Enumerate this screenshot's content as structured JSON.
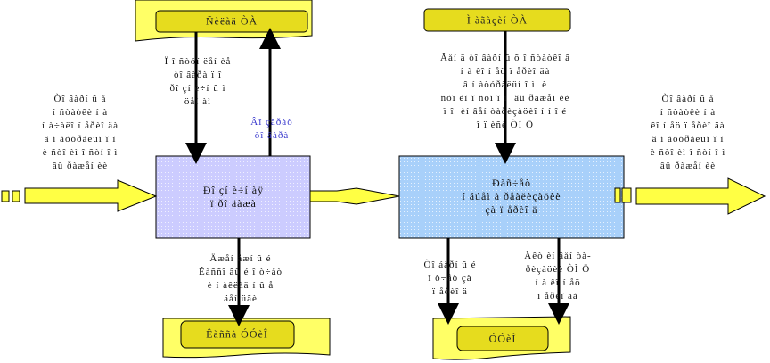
{
  "colors": {
    "doc_fill": "#ffff66",
    "doc_inner": "#e6dc1e",
    "process_left": "#ccccff",
    "process_right": "#a8d0fa",
    "arrow_fill": "#ffff44"
  },
  "documents": {
    "warehouse": "Ñèëàä ÒÀ",
    "store": "Ì àãàçèí ÒÀ",
    "cashier": "Êàññà ÓÓèÎ",
    "accounting": "ÓÓèÎ"
  },
  "processes": {
    "left": "Ðî çí è÷í àÿ\nï ðî äàæà",
    "right": "Ðàñ÷åò\ní áúåì à ðåàëèçàöèè\nçà ï åðèî ä"
  },
  "labels": {
    "input_left": "Òî âàðí û å\ní ñòàòêè í à\ní à÷àëî ï åðèî äà\nâ í àòóðàëüí î ì\nè ñòî èì î ñòí î ì\nâû ðàæåí èè",
    "from_warehouse": "Ï î ñòóï ëåí èå\nòî âàðà ï î\nðî çí è÷í û ì\nöåí àì",
    "to_warehouse": "Âî çâðàò\nòî âàðà",
    "from_store": "Âåí ä òî âàðí û õ î ñòàòêî â\ní à êî í åö ï åðèî äà\nâ í àòóðàëüí î ì  è\nñòî èì î ñòí î ì  âû ðàæåí èè\nï î  èí âåí òàðèçàöèî í í î é\nî ï èñè ÒÌ Ö",
    "output_right": "Òî âàðí û å\ní ñòàòêè í à\nêî í åö ï åðèî äà\nâ í àòóðàëüí î ì\nè ñòî èì î ñòí î ì\nâû ðàæåí èè",
    "to_cashier": "Äæåí åæí û é\nÊàññî âû é î ò÷åò\nè í àêëàä í û å\näåí üãè",
    "to_accounting_left": "Òî áàðí û é\nî ò÷åò çà\nï åðèî ä",
    "to_accounting_right": "Àêò èí âåí òà-\nðèçàöèè ÒÌ Ö\ní à êî í åö\nï åðèî äà"
  }
}
